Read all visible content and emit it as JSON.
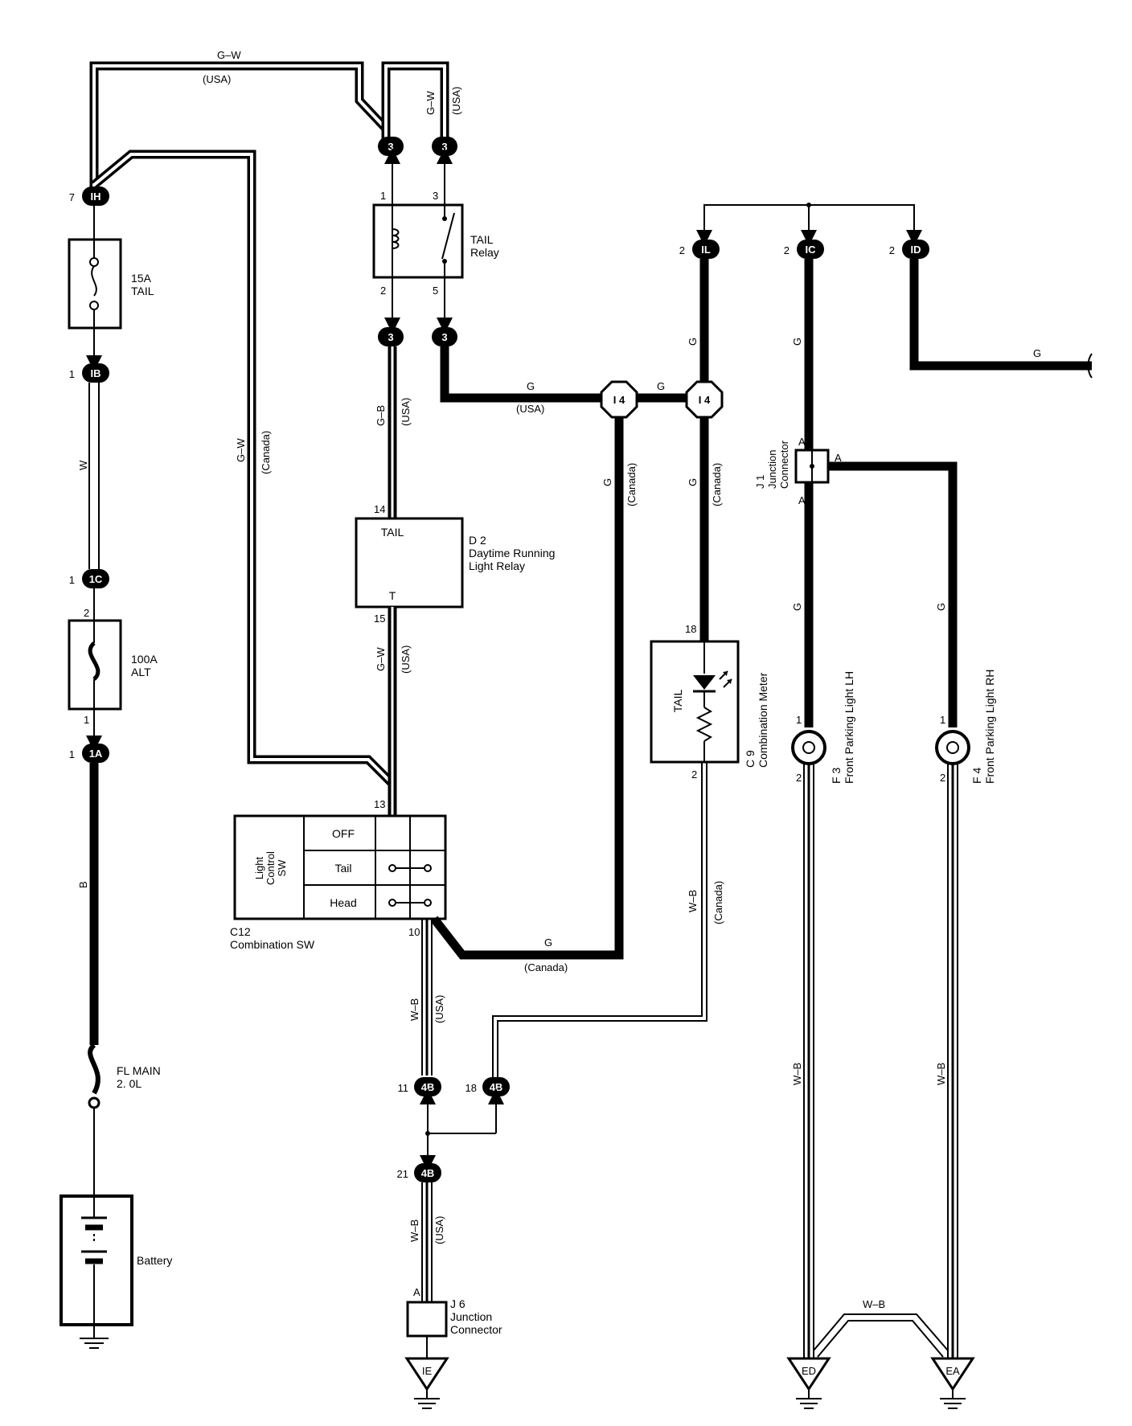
{
  "wires": {
    "gw_top": "G–W",
    "usa_top": "(USA)",
    "gw_vert": "G–W",
    "usa_vert": "(USA)",
    "gw_canada": "G–W",
    "canada_left": "(Canada)",
    "gb": "G–B",
    "usa_gb": "(USA)",
    "gw_lower": "G–W",
    "usa_gw_lower": "(USA)",
    "w": "W",
    "b": "B",
    "g_usa": "G",
    "usa_g": "(USA)",
    "g_mid": "G",
    "g_canada_v": "G",
    "canada_g_v": "(Canada)",
    "g_il_top": "G",
    "g_il_bot": "G",
    "canada_il": "(Canada)",
    "g_ic": "G",
    "g_right": "G",
    "g_ic_low": "G",
    "g_f4": "G",
    "g_bottom": "G",
    "canada_bottom": "(Canada)",
    "wb_usa": "W–B",
    "usa_wb": "(USA)",
    "wb_meter": "W–B",
    "canada_wb": "(Canada)",
    "wb_j6": "W–B",
    "usa_j6": "(USA)",
    "wb_f3": "W–B",
    "wb_f4": "W–B",
    "wb_bottom": "W–B"
  },
  "connectors": {
    "ih": "IH",
    "ih_pin": "7",
    "ib": "IB",
    "ib_pin": "1",
    "c1c": "1C",
    "c1c_pin": "1",
    "c1a": "1A",
    "c1a_pin": "1",
    "c3a": "3",
    "c3b": "3",
    "c3c": "3",
    "c3d": "3",
    "i4a": "I 4",
    "i4b": "I 4",
    "il": "IL",
    "il_pin": "2",
    "ic": "IC",
    "ic_pin": "2",
    "id": "ID",
    "id_pin": "2",
    "c4b1": "4B",
    "c4b1_pin": "11",
    "c4b2": "4B",
    "c4b2_pin": "18",
    "c4b3": "4B",
    "c4b3_pin": "21",
    "ie": "IE",
    "ed": "ED",
    "ea": "EA"
  },
  "components": {
    "fuse_tail_amp": "15A",
    "fuse_tail_name": "TAIL",
    "fuse_alt_amp": "100A",
    "fuse_alt_name": "ALT",
    "fuse_main": "FL MAIN",
    "fuse_main_sub": "2. 0L",
    "battery": "Battery",
    "relay_name1": "TAIL",
    "relay_name2": "Relay",
    "relay_pin1": "1",
    "relay_pin2": "2",
    "relay_pin3": "3",
    "relay_pin5": "5",
    "alt_pin2": "2",
    "alt_pin1": "1",
    "d2_id": "D 2",
    "d2_name1": "Daytime Running",
    "d2_name2": "Light Relay",
    "d2_tail": "TAIL",
    "d2_t": "T",
    "d2_pin14": "14",
    "d2_pin15": "15",
    "c12_id": "C12",
    "c12_name": "Combination SW",
    "c12_pin13": "13",
    "c12_pin10": "10",
    "sw_label1": "Light",
    "sw_label2": "Control",
    "sw_label3": "SW",
    "sw_off": "OFF",
    "sw_tail": "Tail",
    "sw_head": "Head",
    "c9_id": "C 9",
    "c9_name": "Combination Meter",
    "c9_tail": "TAIL",
    "c9_pin18": "18",
    "c9_pin2": "2",
    "j1_id": "J 1",
    "j1_name1": "Junction",
    "j1_name2": "Connector",
    "j1_a1": "A",
    "j1_a2": "A",
    "j1_a3": "A",
    "f3_id": "F 3",
    "f3_name": "Front Parking Light LH",
    "f3_pin1": "1",
    "f3_pin2": "2",
    "f4_id": "F 4",
    "f4_name": "Front Parking Light RH",
    "f4_pin1": "1",
    "f4_pin2": "2",
    "j6_id": "J 6",
    "j6_name1": "Junction",
    "j6_name2": "Connector",
    "j6_a": "A"
  }
}
